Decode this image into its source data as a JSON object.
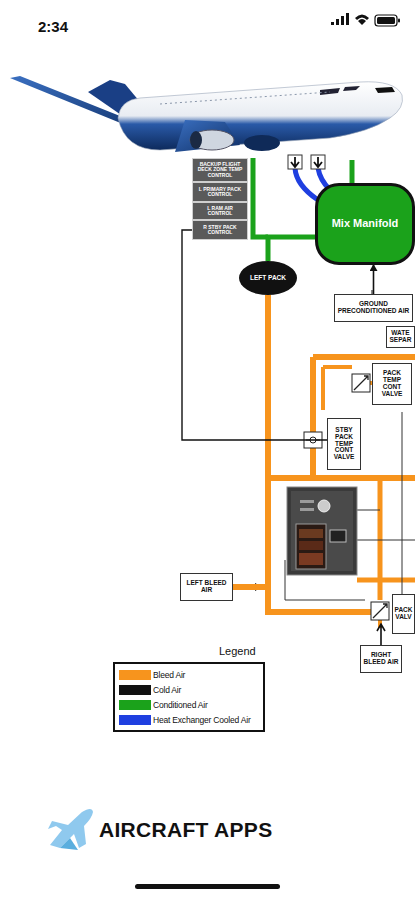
{
  "diagram": {
    "nodes": [
      {
        "text": [
          "BACKUP FLIGHT DECK ZONE TEMP CONTROL"
        ]
      },
      {
        "text": [
          "L PRIMARY PACK CONTROL"
        ]
      },
      {
        "text": [
          "L RAM AIR CONTROL"
        ]
      },
      {
        "text": [
          "R STBY PACK CONTROL"
        ]
      },
      {
        "text": [
          "Mix Manifold"
        ]
      },
      {
        "text": [
          "LEFT PACK"
        ]
      },
      {
        "text": [
          "GROUND PRECONDITIONED AIR"
        ]
      },
      {
        "text": [
          "WATE SEPAR"
        ]
      },
      {
        "text": [
          "PACK TEMP CONT VALVE"
        ]
      },
      {
        "text": [
          "STBY PACK TEMP CONT VALVE"
        ]
      },
      {
        "text": [
          "LEFT BLEED AIR"
        ]
      },
      {
        "text": [
          "PACK VALV"
        ]
      },
      {
        "text": [
          "RIGHT BLEED AIR"
        ]
      }
    ],
    "edges": [
      {
        "from": 5,
        "to": 4,
        "arrow": "none"
      },
      {
        "from": 6,
        "to": 4,
        "arrow": "to"
      },
      {
        "from": 10,
        "to": 5,
        "arrow": "none"
      },
      {
        "from": 3,
        "to": 9,
        "arrow": "none"
      }
    ],
    "labels": [
      "2:34",
      "Legend",
      "AIRCRAFT APPS"
    ],
    "legend": [
      {
        "text": "Bleed Air",
        "color": "#f7941d"
      },
      {
        "text": "Cold Air",
        "color": "#111111"
      },
      {
        "text": "Conditioned Air",
        "color": "#1ba21b"
      },
      {
        "text": "Heat Exchanger Cooled Air",
        "color": "#1f3fe0"
      }
    ]
  }
}
